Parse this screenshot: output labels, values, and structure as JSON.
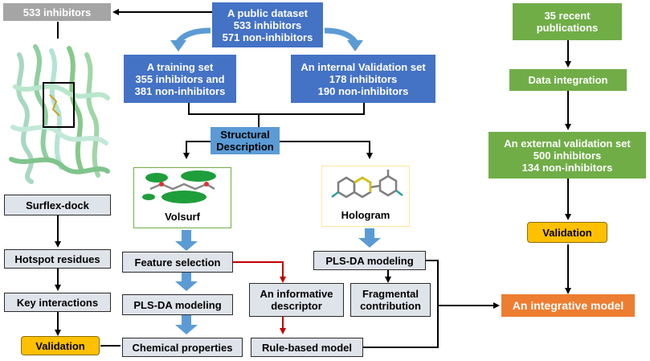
{
  "nodes": {
    "dataset": "A public dataset\n533 inhibitors\n571 non-inhibitors",
    "inhibitors_533": "533 inhibitors",
    "training_set": "A training set\n355 inhibitors and\n381 non-inhibitors",
    "internal_validation": "An internal Validation set\n178 inhibitors\n190 non-inhibitors",
    "structural_description": "Structural\nDescription",
    "volsurf": "Volsurf",
    "hologram": "Hologram",
    "surflex_dock": "Surflex-dock",
    "hotspot_residues": "Hotspot residues",
    "key_interactions": "Key interactions",
    "validation_left": "Validation",
    "feature_selection": "Feature selection",
    "plsda_left": "PLS-DA modeling",
    "chemical_properties": "Chemical properties",
    "informative_descriptor": "An informative\ndescriptor",
    "rule_based_model": "Rule-based model",
    "plsda_right": "PLS-DA modeling",
    "fragmental_contribution": "Fragmental\ncontribution",
    "recent_publications": "35 recent\npublications",
    "data_integration": "Data integration",
    "external_validation": "An external validation set\n500 inhibitors\n134 non-inhibitors",
    "validation_right": "Validation",
    "integrative_model": "An integrative model"
  },
  "colors": {
    "blue": "#4472c4",
    "green": "#70ad47",
    "orange": "#ed7d31",
    "yellow": "#ffc000",
    "red_arrow": "#c00000",
    "light_arrow": "#5b9bd5"
  },
  "images": {
    "protein": "protein-structure-illustration",
    "volsurf": "molecular-interaction-field-illustration",
    "hologram": "molecule-fragment-illustration"
  }
}
